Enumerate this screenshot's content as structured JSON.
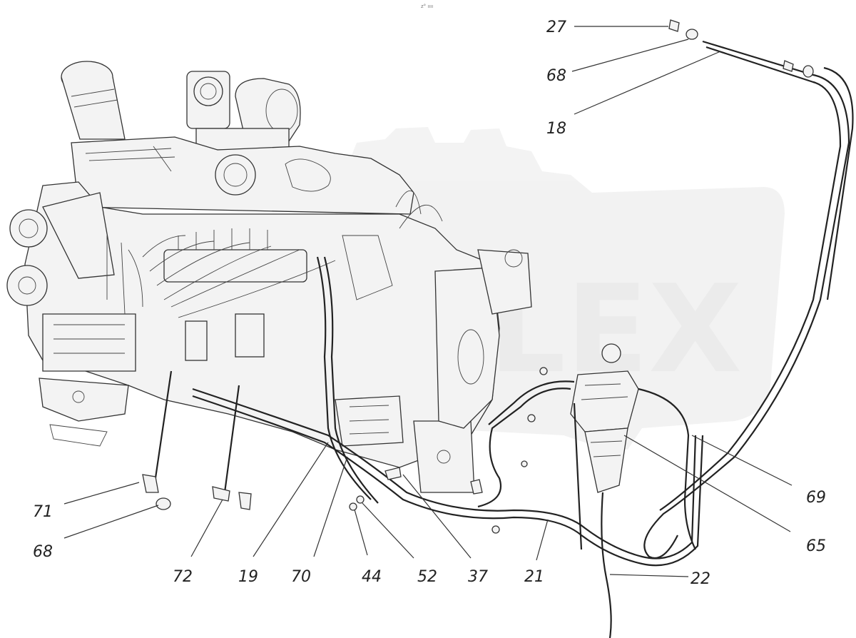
{
  "header_mark": "z° ıııı",
  "callouts": [
    {
      "id": "c27",
      "label": "27"
    },
    {
      "id": "c68a",
      "label": "68"
    },
    {
      "id": "c18",
      "label": "18"
    },
    {
      "id": "c69",
      "label": "69"
    },
    {
      "id": "c65",
      "label": "65"
    },
    {
      "id": "c22",
      "label": "22"
    },
    {
      "id": "c21",
      "label": "21"
    },
    {
      "id": "c37",
      "label": "37"
    },
    {
      "id": "c52",
      "label": "52"
    },
    {
      "id": "c44",
      "label": "44"
    },
    {
      "id": "c70",
      "label": "70"
    },
    {
      "id": "c19",
      "label": "19"
    },
    {
      "id": "c72",
      "label": "72"
    },
    {
      "id": "c68b",
      "label": "68"
    },
    {
      "id": "c71",
      "label": "71"
    }
  ],
  "watermark": "CLEX"
}
